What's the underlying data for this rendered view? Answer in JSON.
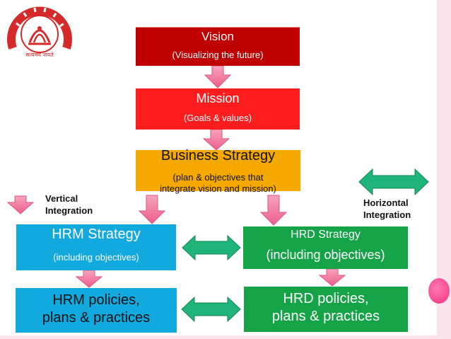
{
  "vision": {
    "title": "Vision",
    "subtitle": "(Visualizing the future)"
  },
  "mission": {
    "title": "Mission",
    "subtitle": "(Goals & values)"
  },
  "business_strategy": {
    "title": "Business Strategy",
    "subtitle_line1": "(plan & objectives that",
    "subtitle_line2": "integrate vision and mission)"
  },
  "hrm_strategy": {
    "title": "HRM Strategy",
    "subtitle": "(including objectives)"
  },
  "hrd_strategy": {
    "title": "HRD Strategy",
    "subtitle": "(including objectives)"
  },
  "hrm_policies": {
    "line1": "HRM policies,",
    "line2": "plans & practices"
  },
  "hrd_policies": {
    "line1": "HRD policies,",
    "line2": "plans & practices"
  },
  "legend": {
    "vertical_line1": "Vertical",
    "vertical_line2": "Integration",
    "horizontal_line1": "Horizontal",
    "horizontal_line2": "Integration"
  },
  "logo": {
    "motto": "सत्यमेव जयते"
  },
  "colors": {
    "vision": "#c00000",
    "mission": "#ff1d1d",
    "business_strategy": "#f5a900",
    "hrm": "#12a9df",
    "hrd": "#15a348",
    "down_arrow": "#f06e96",
    "double_arrow": "#1fb57a"
  }
}
